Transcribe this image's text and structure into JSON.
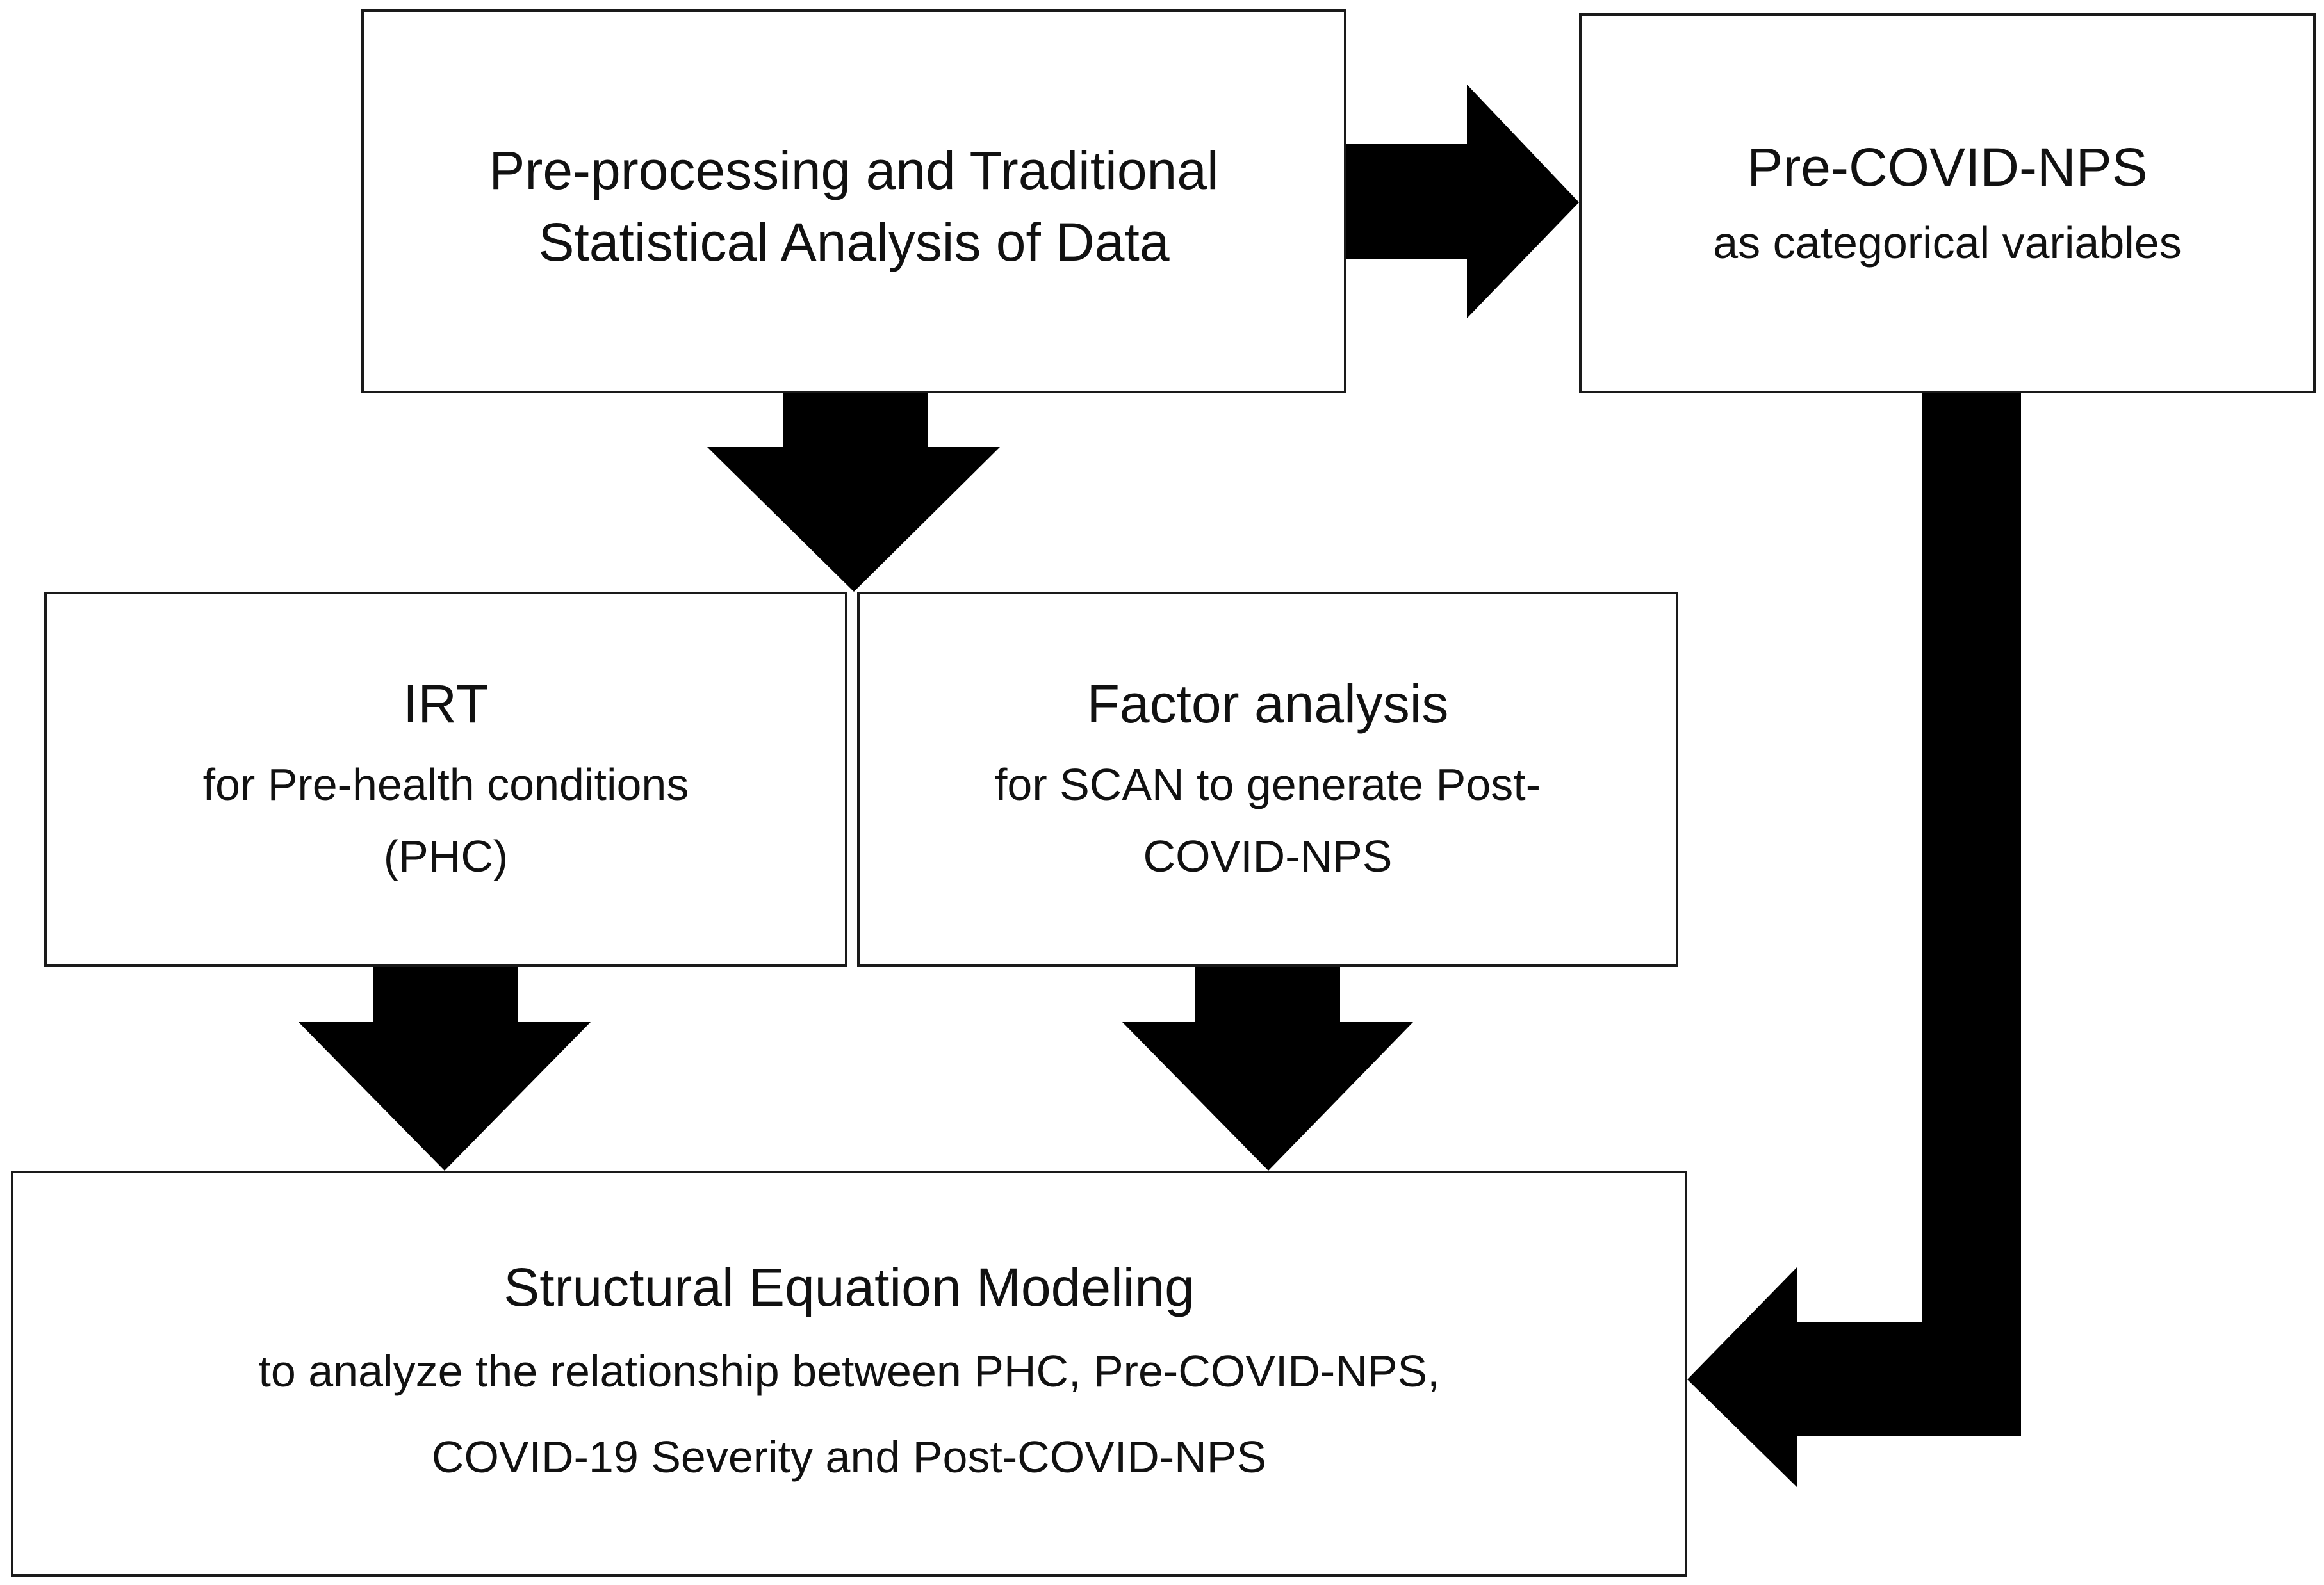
{
  "boxes": {
    "preprocessing": {
      "line1": "Pre-processing and Traditional",
      "line2": "Statistical Analysis of Data"
    },
    "pre_covid_nps": {
      "title": "Pre-COVID-NPS",
      "subtitle": "as categorical variables"
    },
    "irt": {
      "title": "IRT",
      "line1": "for Pre-health conditions",
      "line2": "(PHC)"
    },
    "factor_analysis": {
      "title": "Factor analysis",
      "line1": "for SCAN to generate Post-",
      "line2": "COVID-NPS"
    },
    "sem": {
      "title": "Structural Equation Modeling",
      "line1": "to analyze the relationship between PHC, Pre-COVID-NPS,",
      "line2": "COVID-19 Severity and Post-COVID-NPS"
    }
  },
  "arrow_color": "#000000",
  "border_color": "#1a1a1a"
}
